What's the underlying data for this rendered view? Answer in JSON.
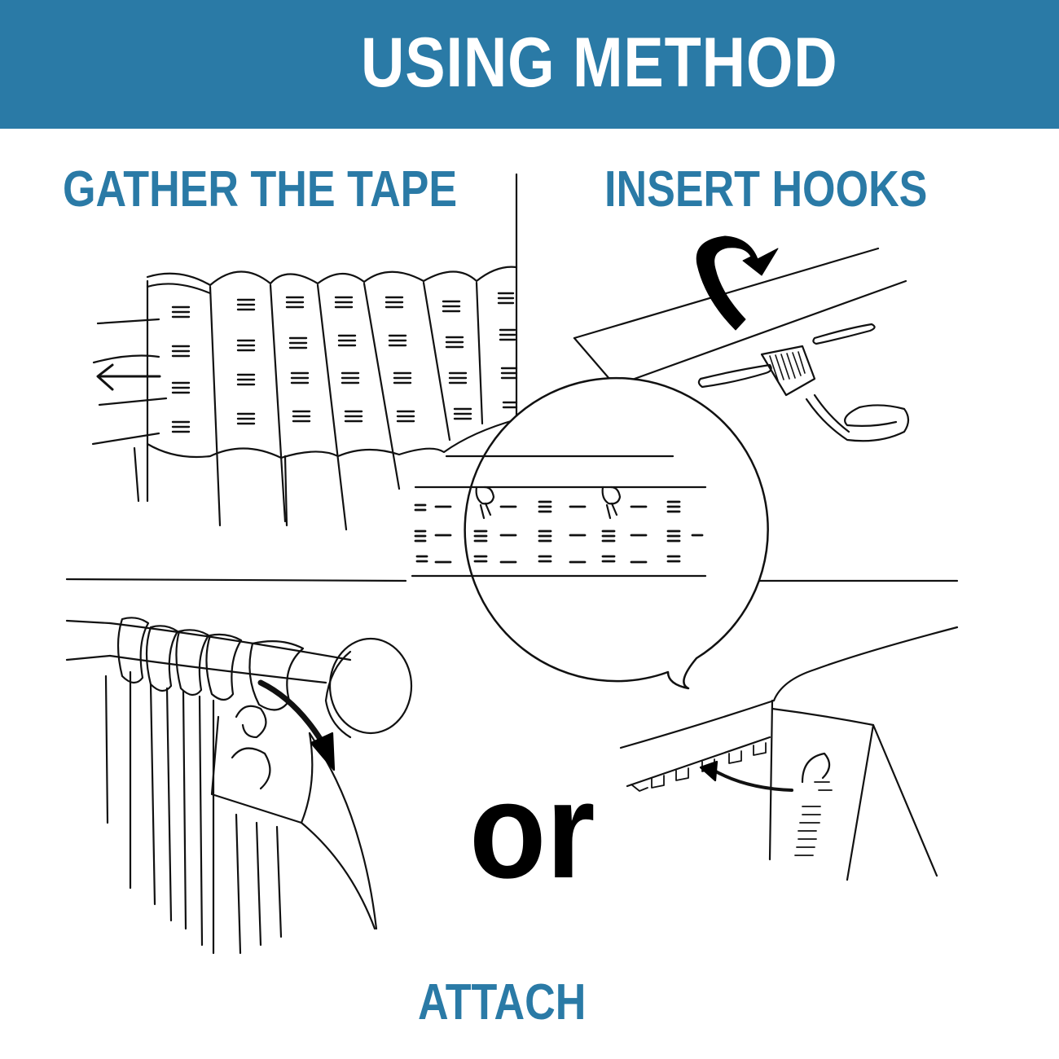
{
  "header": {
    "title": "USING METHOD",
    "color": "#2a7aa6"
  },
  "steps": {
    "gather": "GATHER THE TAPE",
    "insert": "INSERT HOOKS",
    "attach": "ATTACH"
  },
  "or_label": "or",
  "icons": [
    "arrow-left-icon",
    "curved-arrow-icon",
    "curtain-hook-icon",
    "curtain-rod-icon"
  ],
  "colors": {
    "accent": "#2a7aa6",
    "line": "#111111"
  }
}
